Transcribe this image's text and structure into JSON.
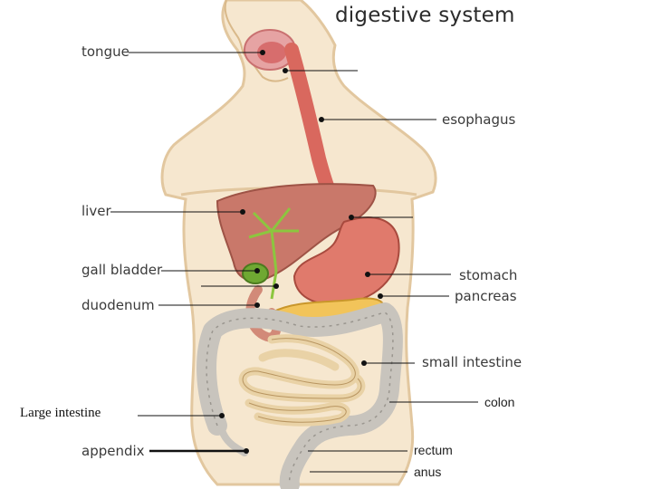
{
  "diagram": {
    "title": "digestive system",
    "labels": {
      "tongue": "tongue",
      "esophagus": "esophagus",
      "liver": "liver",
      "gall_bladder": "gall bladder",
      "duodenum": "duodenum",
      "stomach": "stomach",
      "pancreas": "pancreas",
      "small_intestine": "small intestine",
      "colon": "colon",
      "large_intestine": "Large intestine",
      "appendix": "appendix",
      "rectum": "rectum",
      "anus": "anus"
    },
    "colors": {
      "skin": "#f6e7cf",
      "skin_outline": "#e2c79f",
      "organ_red": "#d9685e",
      "liver_brown": "#c9786a",
      "bile_green": "#8cc63f",
      "intestine_tan": "#e9d2a6",
      "colon_gray": "#c8c4bd",
      "pancreas_yellow": "#f2c45a"
    }
  }
}
